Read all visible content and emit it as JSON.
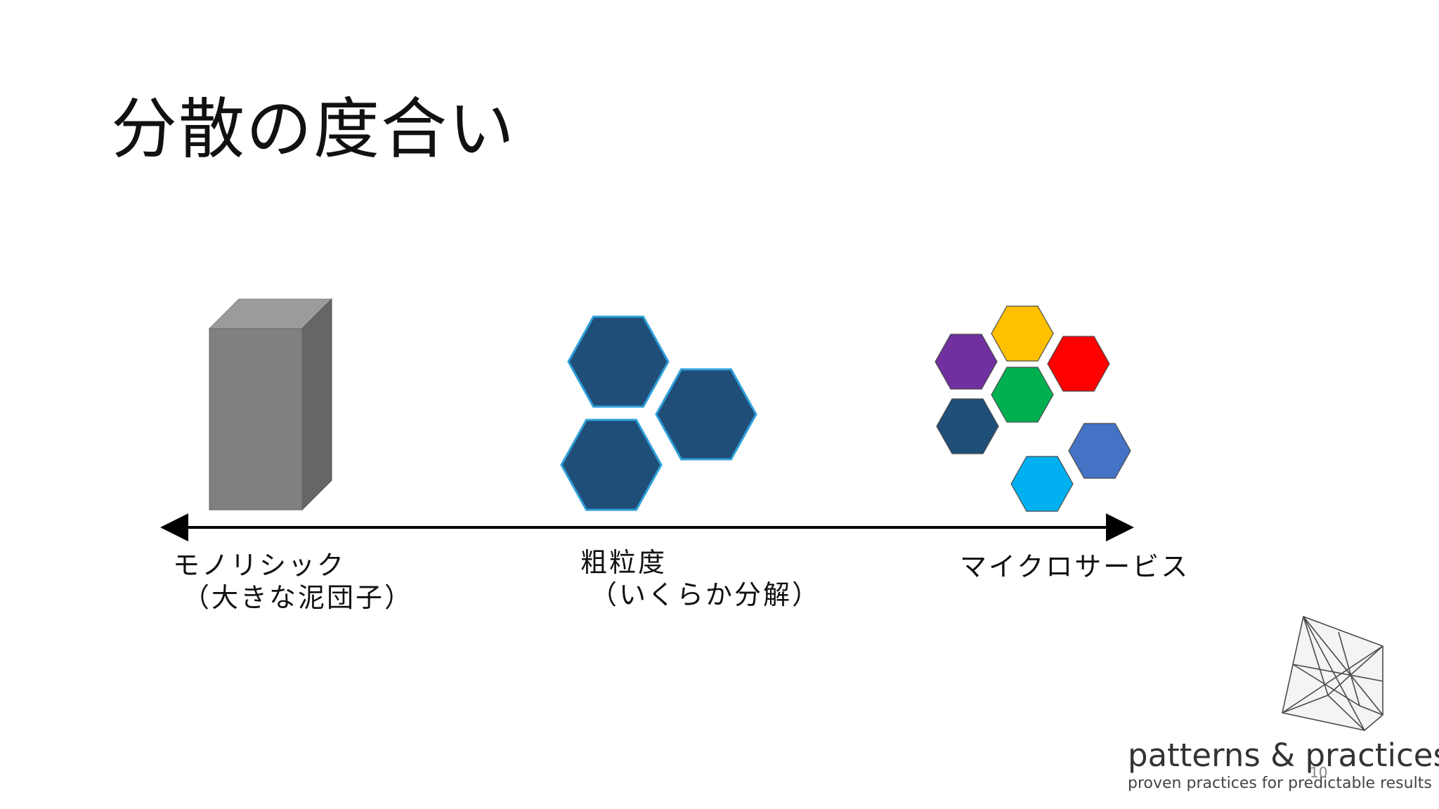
{
  "slide": {
    "title": "分散の度合い",
    "page_number": "10"
  },
  "spectrum": {
    "points": [
      {
        "line1": "モノリシック",
        "line2": "（大きな泥団子）"
      },
      {
        "line1": "粗粒度",
        "line2": "（いくらか分解）"
      },
      {
        "line1": "マイクロサービス"
      }
    ]
  },
  "colors": {
    "monolith_front": "#808080",
    "monolith_top": "#9c9c9c",
    "monolith_side": "#666666",
    "coarse_hex": "#1f4e79",
    "coarse_hex_border": "#2f9fd8",
    "micro_hexes": [
      "#7030a0",
      "#ffc000",
      "#ff0000",
      "#00b050",
      "#1f4e79",
      "#4472c4",
      "#00b0f0"
    ],
    "axis": "#000000"
  },
  "icons": [
    "monolith-box-icon",
    "hexagon-icon",
    "pp-logo-icon"
  ],
  "brand": {
    "name": "patterns & practices",
    "tagline": "proven practices for predictable results"
  }
}
